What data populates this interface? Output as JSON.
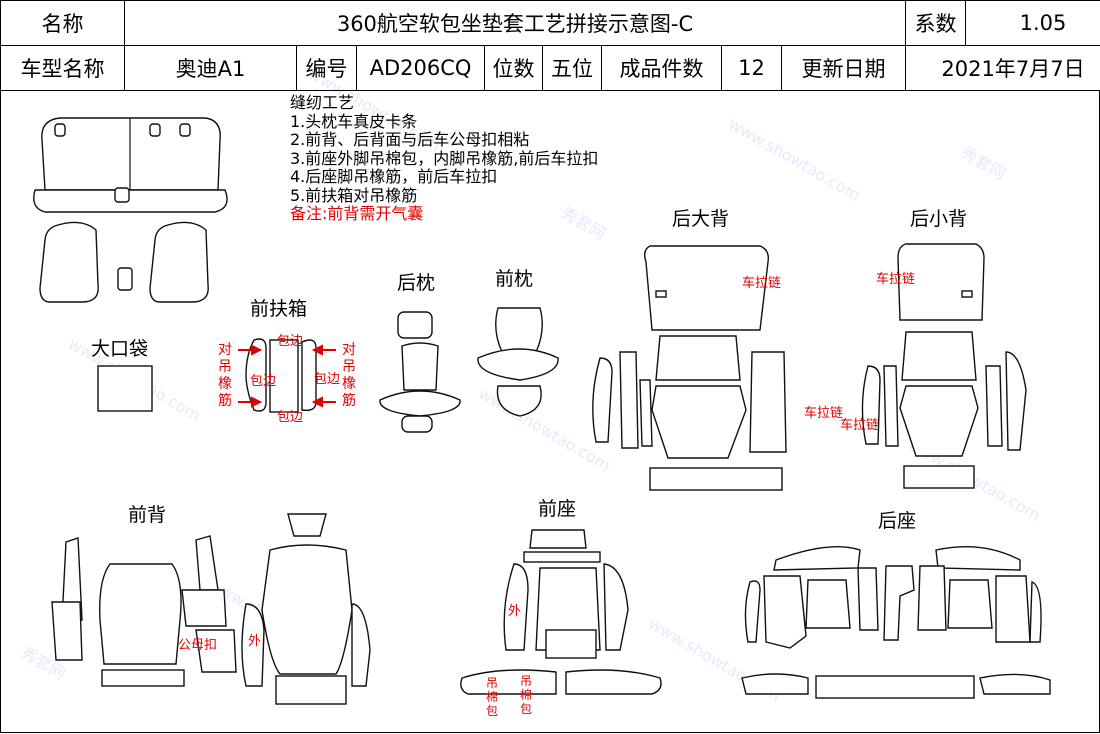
{
  "header": {
    "name_label": "名称",
    "title": "360航空软包坐垫套工艺拼接示意图-C",
    "coef_label": "系数",
    "coef_value": "1.05",
    "model_label": "车型名称",
    "model_value": "奥迪A1",
    "code_label": "编号",
    "code_value": "AD206CQ",
    "seat_label": "位数",
    "seat_value": "五位",
    "pieces_label": "成品件数",
    "pieces_value": "12",
    "date_label": "更新日期",
    "date_value": "2021年7月7日"
  },
  "notes": {
    "heading": "缝纫工艺",
    "items": [
      "1.头枕车真皮卡条",
      "2.前背、后背面与后车公母扣相粘",
      "3.前座外脚吊棉包，内脚吊橡筋,前后车拉扣",
      "4.后座脚吊橡筋，前后车拉扣",
      "5.前扶箱对吊橡筋"
    ],
    "remark": "备注:前背需开气囊"
  },
  "sections": {
    "pocket": "大口袋",
    "front_armrest": "前扶箱",
    "rear_headrest": "后枕",
    "front_headrest": "前枕",
    "rear_big_back": "后大背",
    "rear_small_back": "后小背",
    "front_back": "前背",
    "front_seat": "前座",
    "rear_seat": "后座"
  },
  "annotations": {
    "dui_diao_xiang_jin_left": "对\n吊\n橡\n筋",
    "dui_diao_xiang_jin_right": "对\n吊\n橡\n筋",
    "bao_bian": "包边",
    "zipper": "车拉链",
    "male_female_button": "公母扣",
    "outer": "外",
    "diao_mian_bao": "吊\n棉\n包"
  },
  "watermark": {
    "text_cn": "秀套网",
    "text_url": "www.showtao.com"
  }
}
